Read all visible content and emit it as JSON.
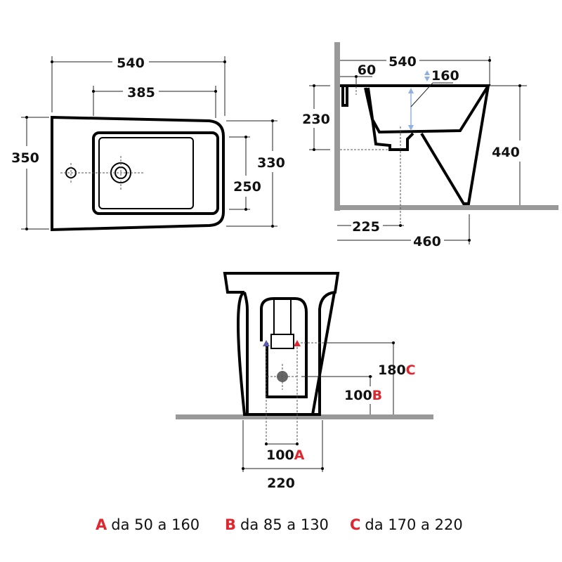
{
  "top_view": {
    "width_total": "540",
    "width_basin": "385",
    "depth_total": "350",
    "depth_side": "330",
    "depth_basin": "250"
  },
  "side_view": {
    "width_total": "540",
    "tap_offset": "60",
    "basin_depth": "160",
    "height_rim_drain": "230",
    "height_total": "440",
    "drain_offset": "225",
    "projection": "460"
  },
  "front_view": {
    "c_value": "180",
    "c_letter": "C",
    "b_value": "100",
    "b_letter": "B",
    "a_value": "100",
    "a_letter": "A",
    "base_width": "220"
  },
  "legend": [
    {
      "letter": "A",
      "text": "da 50 a 160"
    },
    {
      "letter": "B",
      "text": "da 85 a 130"
    },
    {
      "letter": "C",
      "text": "da 170 a 220"
    }
  ],
  "colors": {
    "accent": "#e0262f",
    "floor": "#999999",
    "arrow": "#8fb0e0"
  }
}
